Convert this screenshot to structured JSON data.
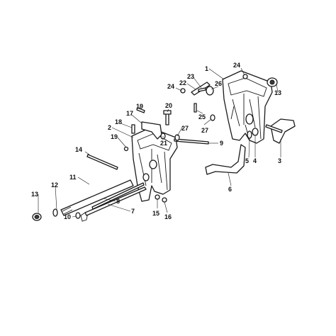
{
  "callouts": [
    "1",
    "2",
    "3",
    "4",
    "5",
    "6",
    "7",
    "8",
    "9",
    "10",
    "11",
    "12",
    "13",
    "13",
    "14",
    "15",
    "16",
    "17",
    "18",
    "19",
    "19",
    "20",
    "21",
    "22",
    "23",
    "24",
    "24",
    "25",
    "26",
    "27",
    "27"
  ],
  "colors": {
    "ink": "#1a1a1a",
    "paper": "#ffffff",
    "shade": "#3a3a3a"
  }
}
